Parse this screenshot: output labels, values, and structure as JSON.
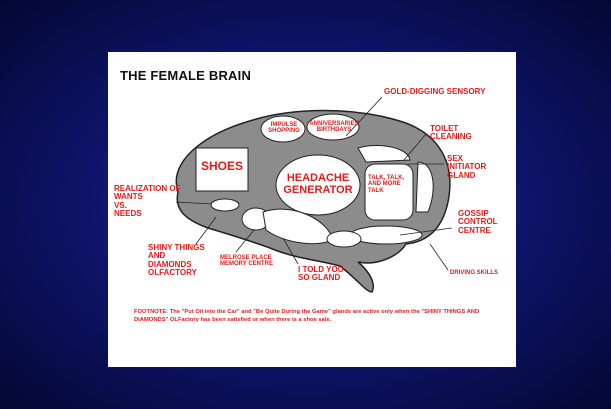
{
  "title": "THE FEMALE BRAIN",
  "labels": {
    "gold_digging": "GOLD-DIGGING SENSORY",
    "toilet_cleaning": "TOILET\nCLEANING",
    "sex_initiator": "SEX\nINITIATOR\nGLAND",
    "realization": "REALIZATION OF\nWANTS\nVS.\nNEEDS",
    "gossip": "GOSSIP\nCONTROL\nCENTRE",
    "shiny_things": "SHINY THINGS\nAND\nDIAMONDS\nOLFACTORY",
    "melrose": "MELROSE PLACE\nMEMORY CENTRE",
    "told_you": "I TOLD YOU\nSO GLAND",
    "driving": "DRIVING SKILLS"
  },
  "regions": {
    "impulse": "IMPULSE\nSHOPPING",
    "anniversaries": "ANNIVERSARIES\nBIRTHDAYS",
    "shoes": "SHOES",
    "headache": "HEADACHE\nGENERATOR",
    "talk": "TALK, TALK,\nAND MORE\nTALK"
  },
  "footnote": "FOOTNOTE:  The \"Put Oil into the Car\" and \"Be Quite During the Game\" glands are active only when the \"SHINY THINGS AND DIAMONDS\" OLFactory has been satisfied or when there is a shoe sale.",
  "colors": {
    "label_red": "#e21b1b",
    "brain_gray": "#8c8c8c",
    "background": "#0f1670"
  }
}
